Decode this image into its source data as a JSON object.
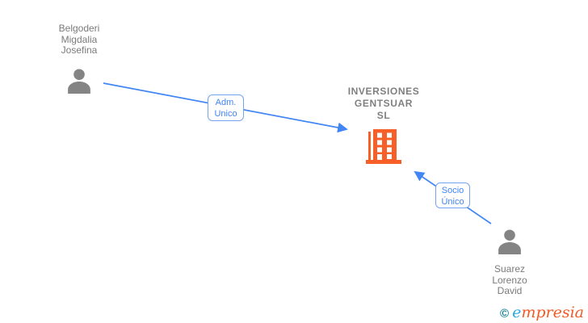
{
  "nodes": {
    "shareholder_top": {
      "line1": "Belgoderi",
      "line2": "Migdalia",
      "line3": "Josefina"
    },
    "company": {
      "line1": "INVERSIONES",
      "line2": "GENTSUAR",
      "line3": "SL"
    },
    "shareholder_bottom": {
      "line1": "Suarez",
      "line2": "Lorenzo",
      "line3": "David"
    }
  },
  "edges": {
    "adm": {
      "line1": "Adm.",
      "line2": "Unico"
    },
    "socio": {
      "line1": "Socio",
      "line2": "Único"
    }
  },
  "branding": {
    "copyright_symbol": "©",
    "logo_first_letter": "e",
    "logo_rest": "mpresia"
  },
  "colors": {
    "edge_blue": "#4285f4",
    "edge_label_border_blue": "#74a3f0",
    "edge_label_text_blue": "#4285f4",
    "person_gray": "#848484",
    "node_text_gray": "#7b7b7b",
    "building_orange": "#f75f28",
    "logo_copyright_teal": "#16808e",
    "logo_e_blue": "#29abe2",
    "logo_text_orange": "#f15a24"
  }
}
